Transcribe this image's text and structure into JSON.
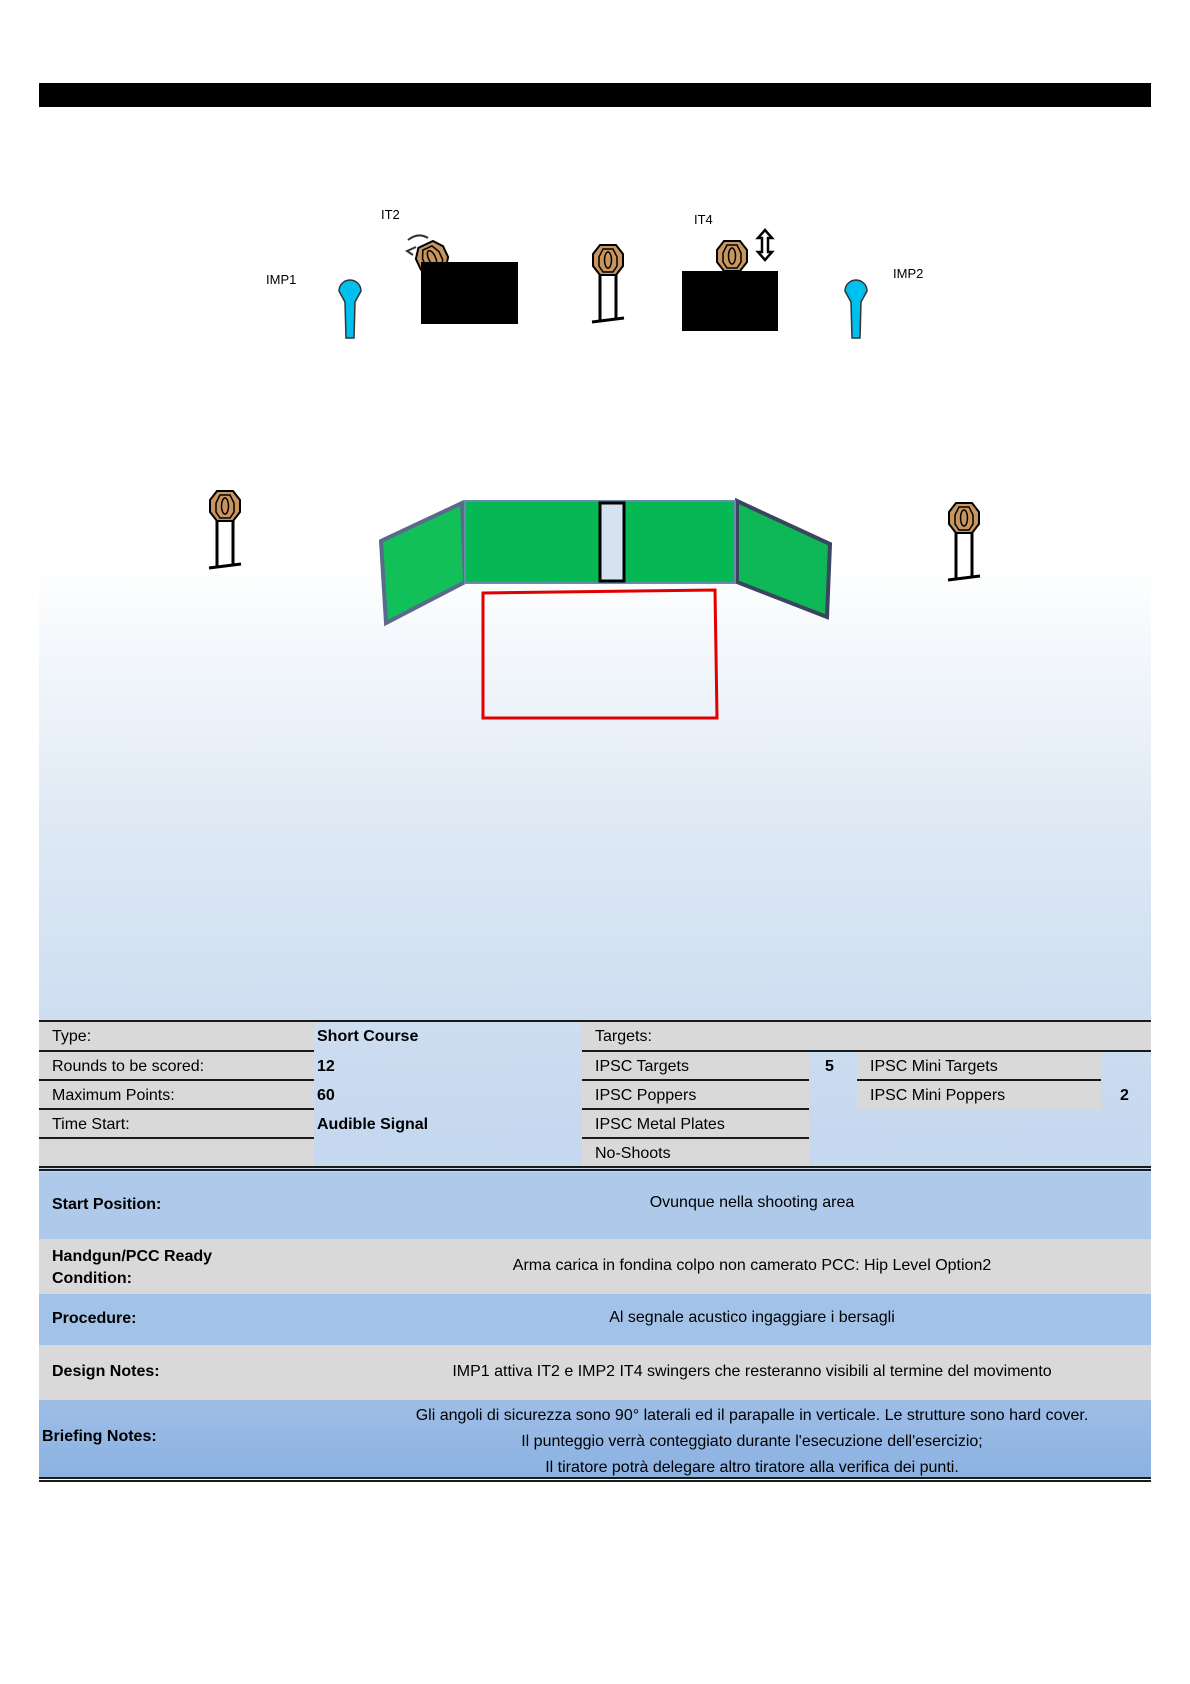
{
  "diagram": {
    "labels": {
      "it2": "IT2",
      "imp1": "IMP1",
      "it4": "IT4",
      "imp2": "IMP2"
    }
  },
  "colors": {
    "wall": "#0fb856",
    "popper": "#00c0f0",
    "target": "#c8955f",
    "fault_line": "#e00000"
  },
  "stage_info": {
    "type_label": "Type:",
    "type_value": "Short Course",
    "rounds_label": "Rounds to be scored:",
    "rounds_value": "12",
    "points_label": "Maximum Points:",
    "points_value": "60",
    "start_label": "Time Start:",
    "start_value": "Audible Signal",
    "targets_label": "Targets:",
    "targets": [
      {
        "name": "IPSC Targets",
        "count": "5"
      },
      {
        "name": "IPSC Poppers",
        "count": ""
      },
      {
        "name": "IPSC Metal Plates",
        "count": ""
      },
      {
        "name": "No-Shoots",
        "count": ""
      }
    ],
    "mini_targets": [
      {
        "name": "IPSC Mini Targets",
        "count": ""
      },
      {
        "name": "IPSC Mini Poppers",
        "count": "2"
      }
    ]
  },
  "notes": {
    "start_label": "Start Position:",
    "start_value": "Ovunque nella shooting area",
    "ready_label": "Handgun/PCC Ready Condition:",
    "ready_value": "Arma carica in fondina colpo non camerato  PCC: Hip Level Option2",
    "procedure_label": "Procedure:",
    "procedure_value": "Al segnale acustico ingaggiare i bersagli",
    "design_label": "Design Notes:",
    "design_value": "IMP1 attiva IT2 e IMP2 IT4 swingers che resteranno visibili al termine del movimento",
    "briefing_label": "Briefing Notes:",
    "briefing_lines": [
      "Gli angoli di sicurezza sono 90° laterali ed il parapalle in verticale. Le strutture sono hard cover.",
      "Il punteggio verrà conteggiato durante l'esecuzione dell'esercizio;",
      "Il tiratore potrà delegare altro tiratore alla verifica dei punti."
    ]
  }
}
